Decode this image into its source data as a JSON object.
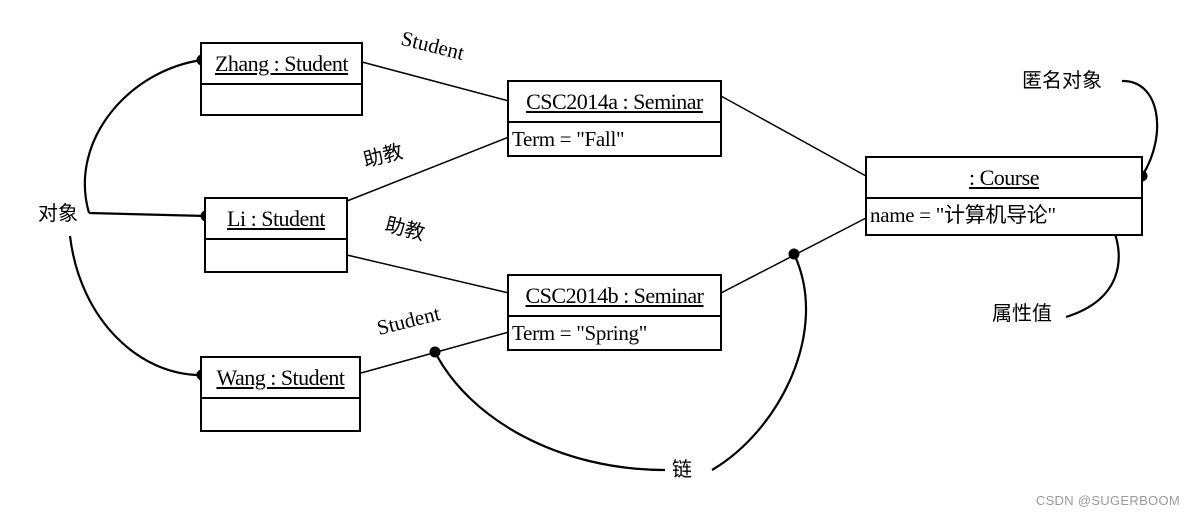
{
  "objects": {
    "zhang": {
      "header": "Zhang : Student",
      "attribute": ""
    },
    "li": {
      "header": "Li : Student",
      "attribute": ""
    },
    "wang": {
      "header": "Wang : Student",
      "attribute": ""
    },
    "csc2014a": {
      "header": "CSC2014a : Seminar",
      "attribute": "Term = \"Fall\""
    },
    "csc2014b": {
      "header": "CSC2014b : Seminar",
      "attribute": "Term = \"Spring\""
    },
    "course": {
      "header": ": Course",
      "attribute": "name = \"计算机导论\""
    }
  },
  "link_labels": {
    "student_top": "Student",
    "student_bottom": "Student",
    "ta_top": "助教",
    "ta_bottom": "助教"
  },
  "annotations": {
    "object": "对象",
    "anonymous_object": "匿名对象",
    "attribute_value": "属性值",
    "link": "链"
  },
  "watermark": "CSDN @SUGERBOOM"
}
